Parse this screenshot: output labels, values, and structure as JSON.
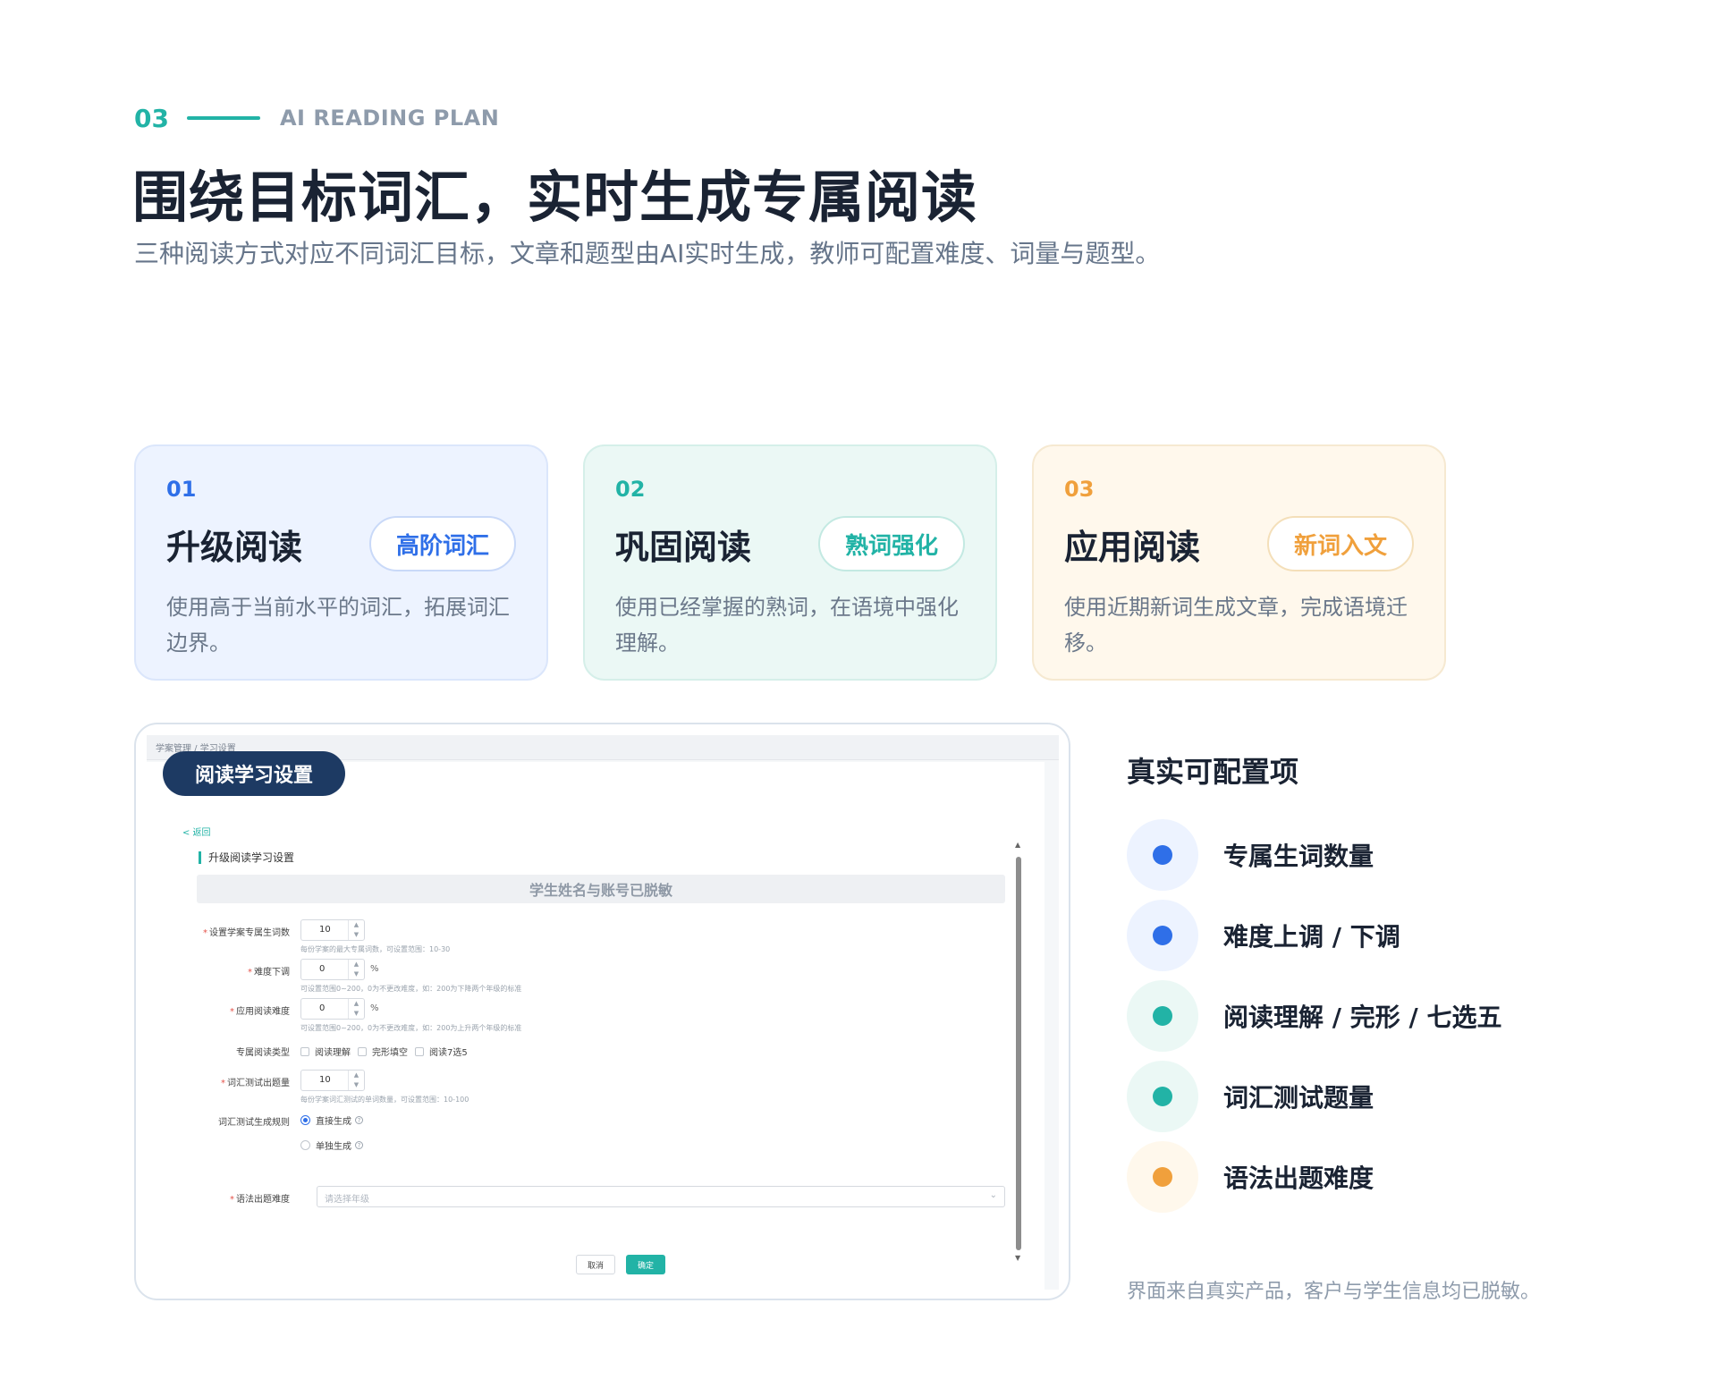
{
  "header": {
    "eyebrow_num": "03",
    "eyebrow_text": "AI READING PLAN",
    "title": "围绕目标词汇，实时生成专属阅读",
    "subtitle": "三种阅读方式对应不同词汇目标，文章和题型由AI实时生成，教师可配置难度、词量与题型。"
  },
  "cards": [
    {
      "num": "01",
      "title": "升级阅读",
      "tag": "高阶词汇",
      "desc": "使用高于当前水平的词汇，拓展词汇边界。"
    },
    {
      "num": "02",
      "title": "巩固阅读",
      "tag": "熟词强化",
      "desc": "使用已经掌握的熟词，在语境中强化理解。"
    },
    {
      "num": "03",
      "title": "应用阅读",
      "tag": "新词入文",
      "desc": "使用近期新词生成文章，完成语境迁移。"
    }
  ],
  "screenshot": {
    "badge": "阅读学习设置",
    "breadcrumb": "学案管理 / 学习设置",
    "back": "< 返回",
    "section": "升级阅读学习设置",
    "mask": "学生姓名与账号已脱敏",
    "f1": {
      "label": "设置学案专属生词数",
      "value": "10",
      "hint": "每份学案的最大专属词数，可设置范围：10-30"
    },
    "f2": {
      "label": "难度下调",
      "value": "0",
      "unit": "%",
      "hint": "可设置范围0~200，0为不更改难度，如：200为下降两个年级的标准"
    },
    "f3": {
      "label": "应用阅读难度",
      "value": "0",
      "unit": "%",
      "hint": "可设置范围0~200，0为不更改难度，如：200为上升两个年级的标准"
    },
    "f4": {
      "label": "专属阅读类型",
      "opt1": "阅读理解",
      "opt2": "完形填空",
      "opt3": "阅读7选5"
    },
    "f5": {
      "label": "词汇测试出题量",
      "value": "10",
      "hint": "每份学案词汇测试的单词数量，可设置范围：10-100"
    },
    "f6": {
      "label": "词汇测试生成规则",
      "opt1": "直接生成",
      "opt2": "单独生成"
    },
    "f7": {
      "label": "语法出题难度",
      "placeholder": "请选择年级"
    },
    "cancel": "取消",
    "confirm": "确定"
  },
  "config": {
    "title": "真实可配置项",
    "items": [
      {
        "label": "专属生词数量",
        "color": "#2f6fe8",
        "bg": "#edf3ff"
      },
      {
        "label": "难度上调 / 下调",
        "color": "#2f6fe8",
        "bg": "#edf3ff"
      },
      {
        "label": "阅读理解 / 完形 / 七选五",
        "color": "#22b3a6",
        "bg": "#ebf8f5"
      },
      {
        "label": "词汇测试题量",
        "color": "#22b3a6",
        "bg": "#ebf8f5"
      },
      {
        "label": "语法出题难度",
        "color": "#f0a03c",
        "bg": "#fff8ec"
      }
    ],
    "note": "界面来自真实产品，客户与学生信息均已脱敏。"
  }
}
